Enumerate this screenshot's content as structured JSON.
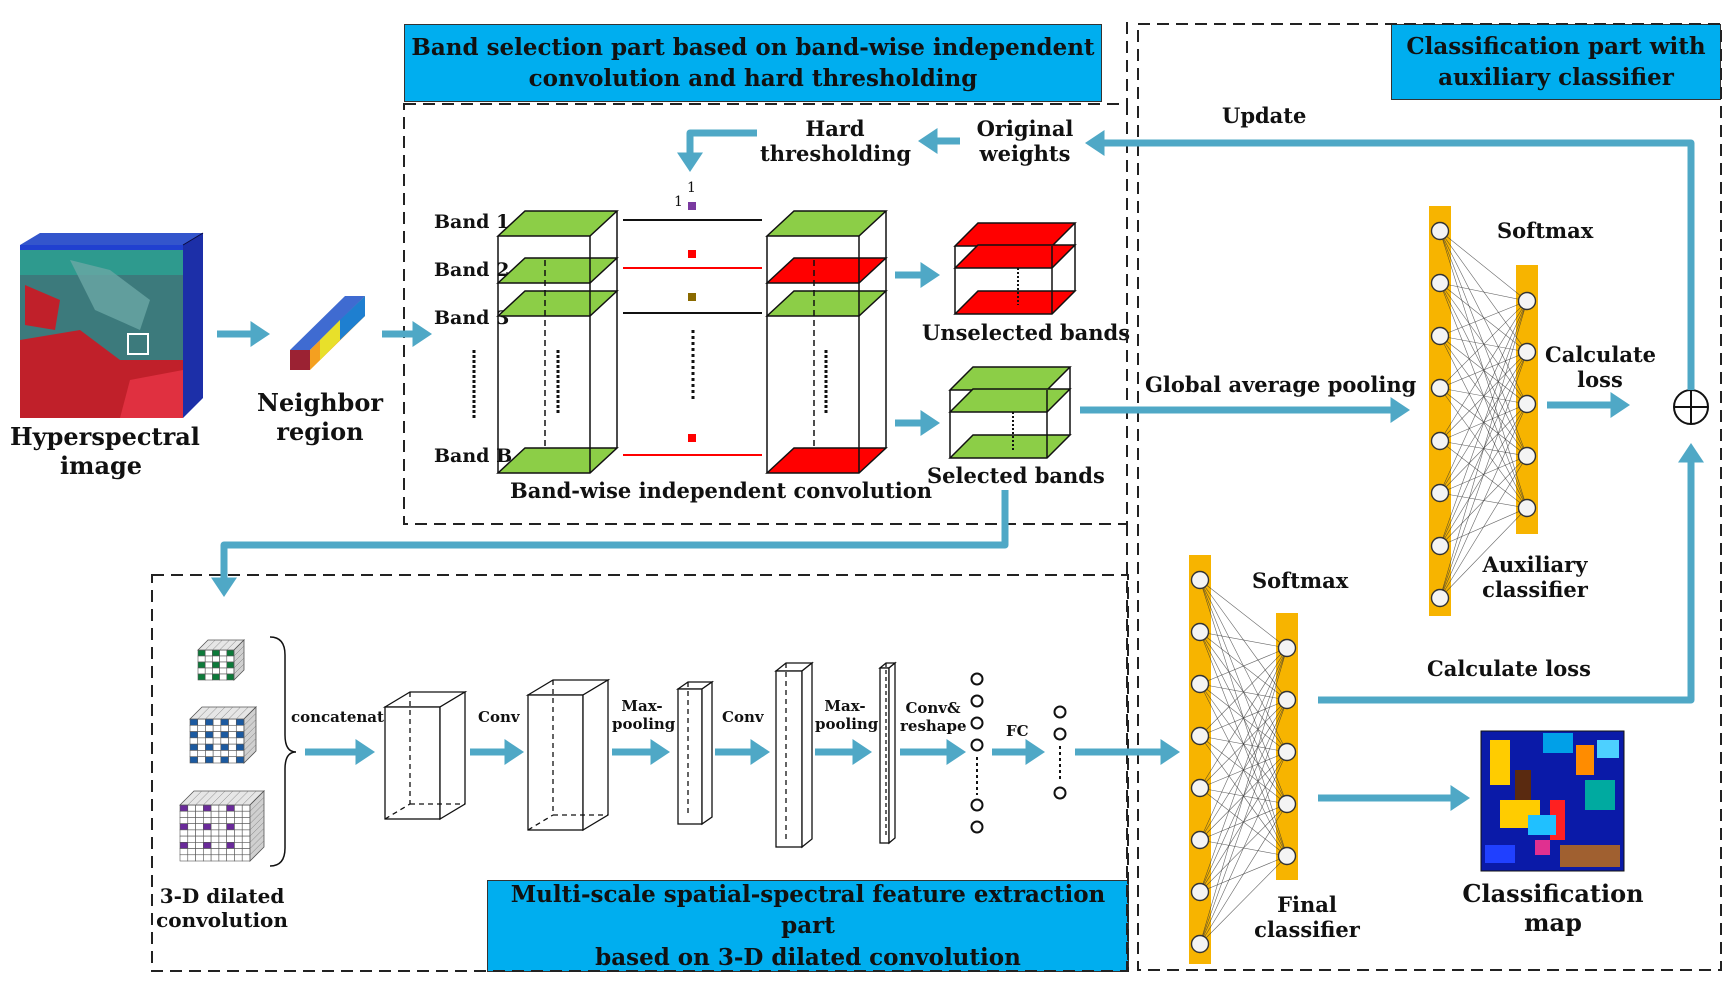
{
  "colors": {
    "banner": "#00aeef",
    "arrow": "#4fa8c6",
    "selected_band": "#8cce47",
    "unselected_band": "#ff0000",
    "neuron_column": "#f7b400"
  },
  "banners": {
    "band_selection": [
      "Band selection part based on band-wise independent",
      "convolution and hard thresholding"
    ],
    "classification": [
      "Classification part with",
      "auxiliary classifier"
    ],
    "feature_extraction": [
      "Multi-scale  spatial-spectral feature extraction part",
      "based on 3-D dilated convolution"
    ]
  },
  "inputs": {
    "hyperspectral_image": [
      "Hyperspectral",
      "image"
    ],
    "neighbor_region": [
      "Neighbor",
      "region"
    ]
  },
  "band_selection": {
    "bands": [
      "Band 1",
      "Band 2",
      "Band 3",
      "Band B"
    ],
    "hard_thresholding": [
      "Hard",
      "thresholding"
    ],
    "original_weights": [
      "Original",
      "weights"
    ],
    "kernel_size": [
      "1",
      "1"
    ],
    "unselected_bands": "Unselected bands",
    "selected_bands": "Selected bands",
    "bandwise_conv": "Band-wise independent convolution"
  },
  "classification": {
    "update": "Update",
    "global_avg_pooling": "Global average pooling",
    "softmax_aux": "Softmax",
    "softmax_final": "Softmax",
    "calculate_loss_aux": [
      "Calculate",
      "loss"
    ],
    "calculate_loss_final": "Calculate loss",
    "auxiliary_classifier": [
      "Auxiliary",
      "classifier"
    ],
    "final_classifier": [
      "Final",
      "classifier"
    ],
    "classification_map": [
      "Classification",
      "map"
    ]
  },
  "feature_extraction": {
    "dilated_conv": [
      "3-D dilated",
      "convolution"
    ],
    "steps": [
      "concatenate",
      "Conv",
      "Max-pooling",
      "Conv",
      "Max-pooling",
      "Conv& reshape",
      "FC"
    ]
  }
}
